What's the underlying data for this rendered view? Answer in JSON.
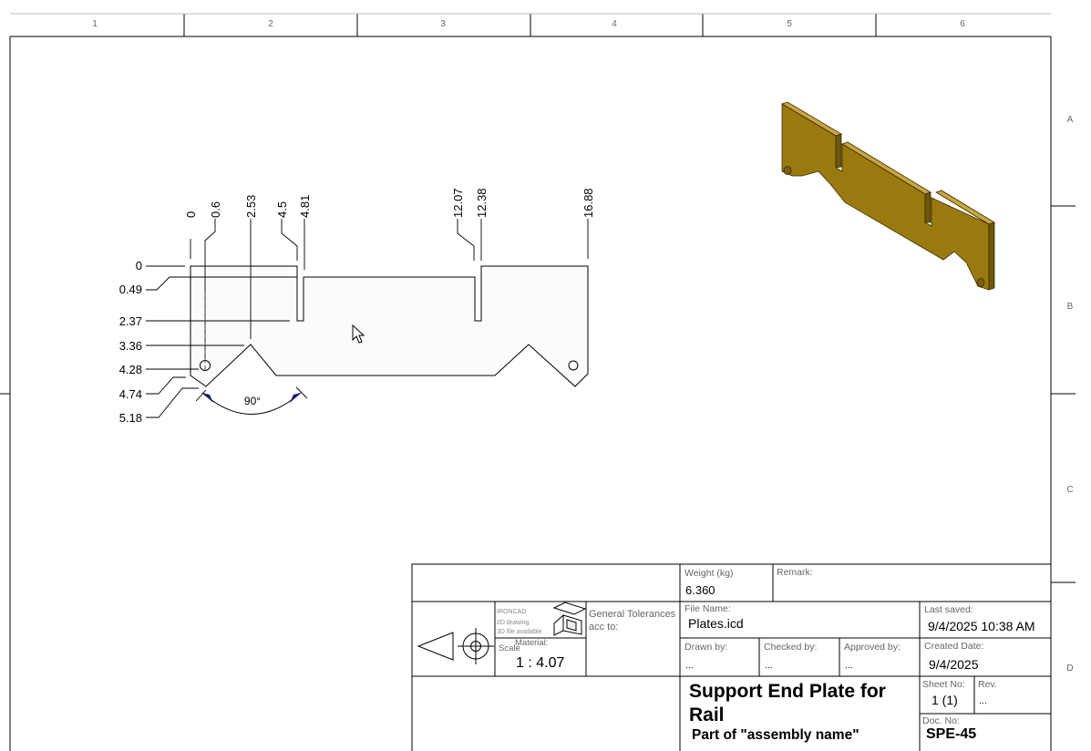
{
  "sheet": {
    "zones_horizontal": [
      "1",
      "2",
      "3",
      "4",
      "5",
      "6"
    ],
    "zones_vertical": [
      "A",
      "B",
      "C",
      "D"
    ]
  },
  "dimensions": {
    "horizontal": [
      "0",
      "0.6",
      "2.53",
      "4.5",
      "4.81",
      "12.07",
      "12.38",
      "16.88"
    ],
    "vertical": [
      "0",
      "0.49",
      "2.37",
      "3.36",
      "4.28",
      "4.74",
      "5.18"
    ],
    "angle": "90°"
  },
  "model_3d": {
    "color": "#9a7a0f"
  },
  "title_block": {
    "weight_label": "Weight (kg)",
    "weight_value": "6.360",
    "remark_label": "Remark:",
    "logo_lines": [
      "IRONCAD",
      "2D drawing",
      "3D file available"
    ],
    "general_tolerances": "General Tolerances acc to:",
    "material_label": "Material:",
    "scale_label": "Scale",
    "scale_value": "1 : 4.07",
    "file_name_label": "File Name:",
    "file_name_value": "Plates.icd",
    "last_saved_label": "Last saved:",
    "last_saved_value": "9/4/2025 10:38 AM",
    "drawn_by_label": "Drawn by:",
    "drawn_by_value": "...",
    "checked_by_label": "Checked by:",
    "checked_by_value": "...",
    "approved_by_label": "Approved by:",
    "approved_by_value": "...",
    "created_date_label": "Created Date:",
    "created_date_value": "9/4/2025",
    "title": "Support End Plate for Rail",
    "subtitle": "Part of \"assembly name\"",
    "sheet_no_label": "Sheet No:",
    "sheet_no_value": "1 (1)",
    "rev_label": "Rev.",
    "rev_value": "...",
    "doc_no_label": "Doc. No:",
    "doc_no_value": "SPE-45"
  }
}
